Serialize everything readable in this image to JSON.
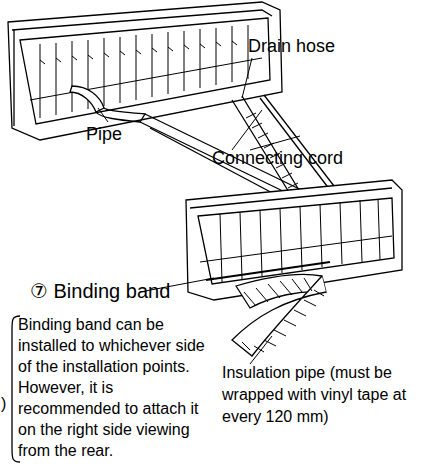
{
  "diagram": {
    "labels": [
      "Drain hose",
      "Pipe",
      "Connecting cord",
      "⑦ Binding band",
      "Binding band can be installed to whichever side of the installation points. However, it is recommended to attach it on the right side viewing from the rear.",
      "Insulation pipe (must be wrapped with vinyl tape at every 120 mm)",
      ")"
    ]
  }
}
